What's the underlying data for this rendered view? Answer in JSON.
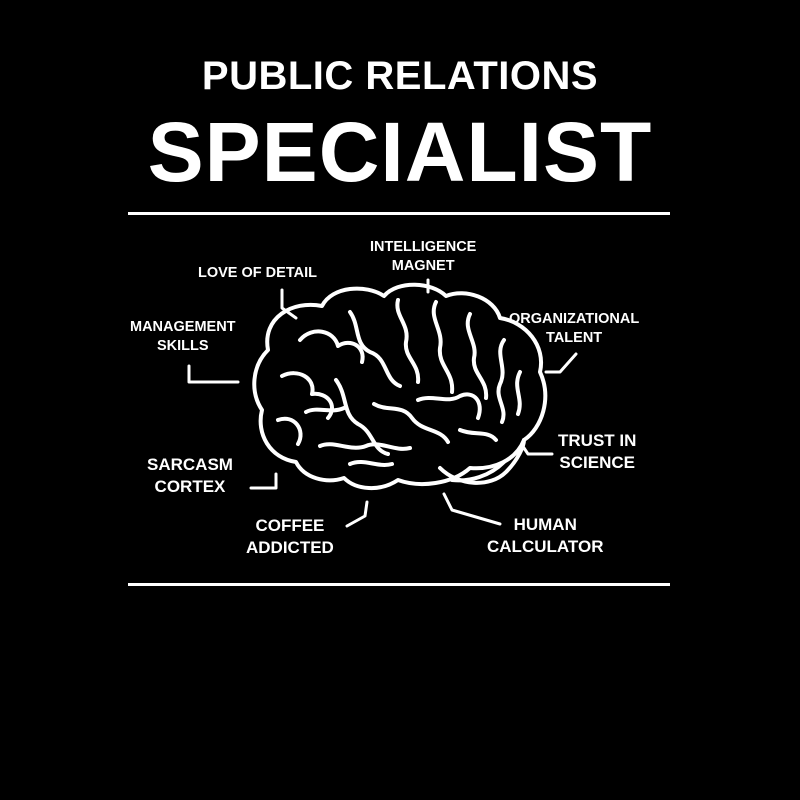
{
  "header": {
    "title_line1": "PUBLIC RELATIONS",
    "title_line2": "SPECIALIST"
  },
  "labels": {
    "intelligence": [
      "INTELLIGENCE",
      "MAGNET"
    ],
    "love_of_detail": [
      "LOVE OF DETAIL"
    ],
    "organizational": [
      "ORGANIZATIONAL",
      "TALENT"
    ],
    "management": [
      "MANAGEMENT",
      "SKILLS"
    ],
    "trust": [
      "TRUST IN",
      "SCIENCE"
    ],
    "sarcasm": [
      "SARCASM",
      "CORTEX"
    ],
    "coffee": [
      "COFFEE",
      "ADDICTED"
    ],
    "human": [
      "HUMAN",
      "CALCULATOR"
    ]
  },
  "colors": {
    "background": "#000000",
    "foreground": "#ffffff"
  },
  "icons": {
    "center": "brain-icon"
  }
}
